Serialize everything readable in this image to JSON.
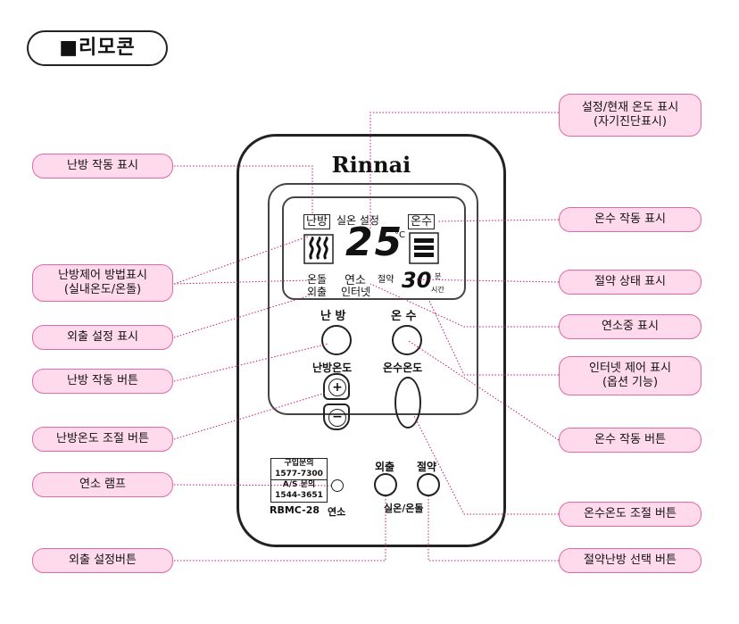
{
  "title": "■리모콘",
  "device": {
    "brand": "Rinnai",
    "lcd": {
      "heating_badge": "난방",
      "indoor_setting": "실온 설정",
      "temperature": "25",
      "unit": "°C",
      "water_badge": "온수",
      "ondol": "온돌",
      "outing": "외출",
      "combustion": "연소",
      "internet": "인터넷",
      "saving": "절약",
      "timer_value": "30",
      "timer_unit_min": "분",
      "timer_unit_hour": "시간"
    },
    "controls": {
      "heating_label": "난 방",
      "water_label": "온 수",
      "heating_temp_label": "난방온도",
      "water_temp_label": "온수온도",
      "plus": "+",
      "minus": "−",
      "outing_label": "외출",
      "saving_label": "절약",
      "room_ondol_label": "실온/온돌",
      "lamp_label": "연소"
    },
    "info": {
      "line1": "구입문의",
      "line2": "1577-7300",
      "line3": "A/S 문의",
      "line4": "1544-3651"
    },
    "model": "RBMC-28"
  },
  "callouts": {
    "heating_status": "난방 작동 표시",
    "heating_mode": "난방제어 방법표시\n(실내온도/온돌)",
    "outing_display": "외출 설정 표시",
    "heating_button": "난방 작동 버튼",
    "heating_temp_button": "난방온도 조절 버튼",
    "combustion_lamp": "연소 램프",
    "outing_button": "외출 설정버튼",
    "temp_display": "설정/현재 온도 표시\n(자기진단표시)",
    "water_status": "온수 작동 표시",
    "saving_status": "절약 상태 표시",
    "combustion_display": "연소중 표시",
    "internet_display": "인터넷 제어 표시\n(옵션 기능)",
    "water_button": "온수 작동 버튼",
    "water_temp_button": "온수온도 조절 버튼",
    "saving_heating_button": "절약난방 선택 버튼"
  },
  "colors": {
    "callout_fill": "#ffd9ec",
    "callout_border": "#e06aa8",
    "leader_line": "#c2187a"
  }
}
